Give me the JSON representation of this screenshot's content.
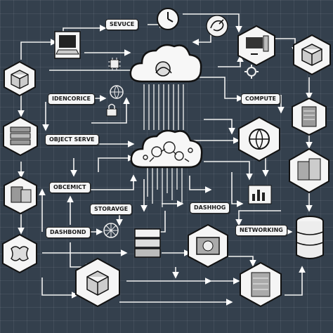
{
  "labels": {
    "service": "SEVUCE",
    "identity": "IDENCORICE",
    "object_serve": "OBJECT SERVE",
    "obcemict": "OBCEMICT",
    "storage": "STORAVGE",
    "dashbond": "DASHBOND",
    "dashhog": "DASHHOG",
    "compute": "COMPUTE",
    "networking": "NETWORKING"
  },
  "icons": [
    "stopwatch-icon",
    "dragon-emblem-icon",
    "laptop-icon",
    "cloud-icon",
    "desktop-workstation-icon",
    "box-icon",
    "cpu-chip-icon",
    "gear-icon",
    "globe-icon",
    "lock-icon",
    "server-rack-icon",
    "stacked-layers-icon",
    "puzzle-icon",
    "hard-drive-icon",
    "database-cylinder-icon",
    "bar-chart-icon",
    "ferris-wheel-icon"
  ]
}
